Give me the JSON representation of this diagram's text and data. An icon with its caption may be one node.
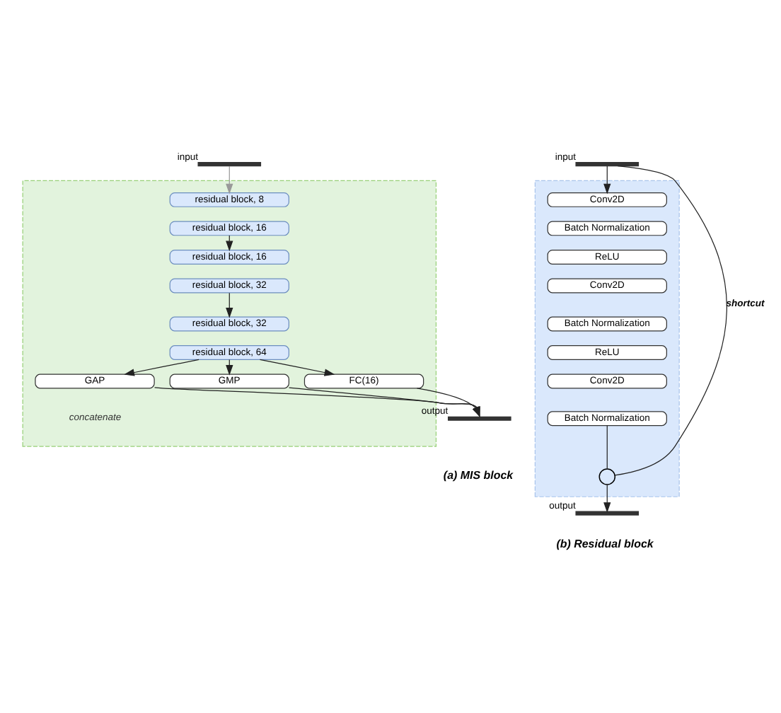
{
  "diagram": {
    "nodes": [
      {
        "text": [],
        "shape": "bar",
        "beside": [
          "input"
        ]
      },
      {
        "text": [],
        "shape": "box"
      },
      {
        "text": [
          "residual block, 8"
        ],
        "in": 1
      },
      {
        "text": [
          "residual block, 16"
        ],
        "in": 1
      },
      {
        "text": [
          "residual block, 16"
        ],
        "in": 1
      },
      {
        "text": [
          "residual block, 32"
        ],
        "in": 1
      },
      {
        "text": [
          "residual block, 32"
        ],
        "in": 1
      },
      {
        "text": [
          "residual block, 64"
        ],
        "in": 1
      },
      {
        "text": [
          "GAP"
        ],
        "in": 1
      },
      {
        "text": [
          "GMP"
        ],
        "in": 1
      },
      {
        "text": [
          "FC(16)"
        ],
        "in": 1
      },
      {
        "text": [],
        "shape": "bar",
        "beside": [
          "output"
        ]
      },
      {
        "text": [],
        "shape": "bar",
        "beside": [
          "input"
        ]
      },
      {
        "text": [],
        "shape": "box"
      },
      {
        "text": [
          "Conv2D"
        ],
        "in": 13
      },
      {
        "text": [
          "Batch Normalization"
        ],
        "in": 13
      },
      {
        "text": [
          "ReLU"
        ],
        "in": 13
      },
      {
        "text": [
          "Conv2D"
        ],
        "in": 13
      },
      {
        "text": [
          "Batch Normalization"
        ],
        "in": 13
      },
      {
        "text": [
          "ReLU"
        ],
        "in": 13
      },
      {
        "text": [
          "Conv2D"
        ],
        "in": 13
      },
      {
        "text": [
          "Batch Normalization"
        ],
        "in": 13
      },
      {
        "text": [],
        "shape": "circle",
        "in": 13
      },
      {
        "text": [],
        "shape": "bar",
        "beside": [
          "output"
        ]
      }
    ],
    "edges": [
      {
        "from": 0,
        "to": 2,
        "arrow": "to",
        "color": "#999999"
      },
      {
        "from": 3,
        "to": 4,
        "arrow": "to"
      },
      {
        "from": 5,
        "to": 6,
        "arrow": "to"
      },
      {
        "from": 7,
        "to": 8,
        "arrow": "to"
      },
      {
        "from": 7,
        "to": 9,
        "arrow": "to"
      },
      {
        "from": 7,
        "to": 10,
        "arrow": "to"
      },
      {
        "from": 8,
        "to": 11,
        "arrow": "to"
      },
      {
        "from": 9,
        "to": 11,
        "arrow": "to"
      },
      {
        "from": 10,
        "to": 11,
        "arrow": "to"
      },
      {
        "from": 12,
        "to": 14,
        "arrow": "to"
      },
      {
        "from": 12,
        "to": 22,
        "arrow": "none",
        "label": "shortcut"
      },
      {
        "from": 21,
        "to": 22,
        "arrow": "none"
      },
      {
        "from": 22,
        "to": 23,
        "arrow": "to"
      }
    ],
    "labels": [
      "concatenate",
      "(a) MIS block",
      "(b) Residual block"
    ]
  }
}
